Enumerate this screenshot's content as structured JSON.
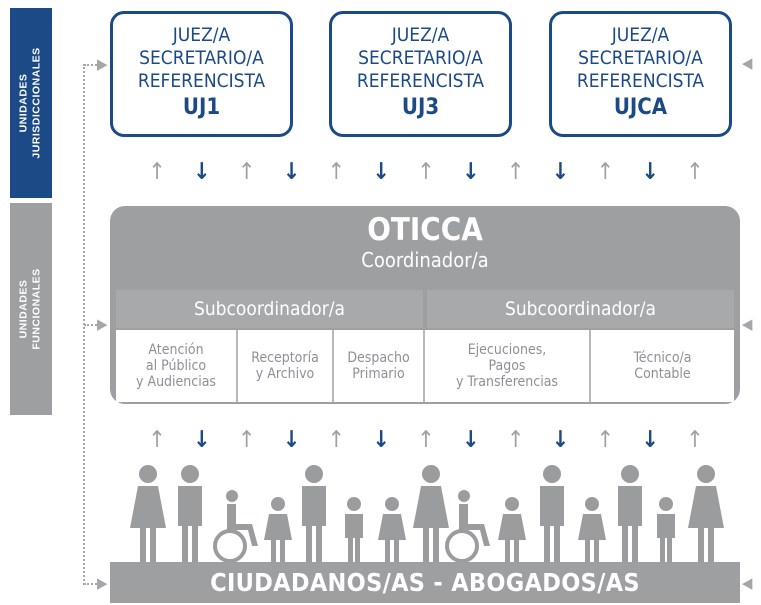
{
  "sidebar": {
    "jurisdictional": "UNIDADES\nJURISDICCIONALES",
    "functional": "UNIDADES\nFUNCIONALES"
  },
  "units": [
    {
      "line1": "JUEZ/A",
      "line2": "SECRETARIO/A",
      "line3": "REFERENCISTA",
      "code": "UJ1"
    },
    {
      "line1": "JUEZ/A",
      "line2": "SECRETARIO/A",
      "line3": "REFERENCISTA",
      "code": "UJ3"
    },
    {
      "line1": "JUEZ/A",
      "line2": "SECRETARIO/A",
      "line3": "REFERENCISTA",
      "code": "UJCA"
    }
  ],
  "oticca": {
    "title": "OTICCA",
    "coordinator": "Coordinador/a",
    "subcoordinators": [
      "Subcoordinador/a",
      "Subcoordinador/a"
    ],
    "areas": [
      "Atención\nal Público\ny Audiencias",
      "Receptoría\ny Archivo",
      "Despacho\nPrimario",
      "Ejecuciones,\nPagos\ny Transferencias",
      "Técnico/a\nContable"
    ]
  },
  "footer": "CIUDADANOS/AS - ABOGADOS/AS",
  "colors": {
    "navy": "#1c4a86",
    "gray": "#9d9fa1"
  },
  "icons": [
    "arrow-up-icon",
    "arrow-down-icon",
    "person-icon",
    "wheelchair-icon"
  ]
}
